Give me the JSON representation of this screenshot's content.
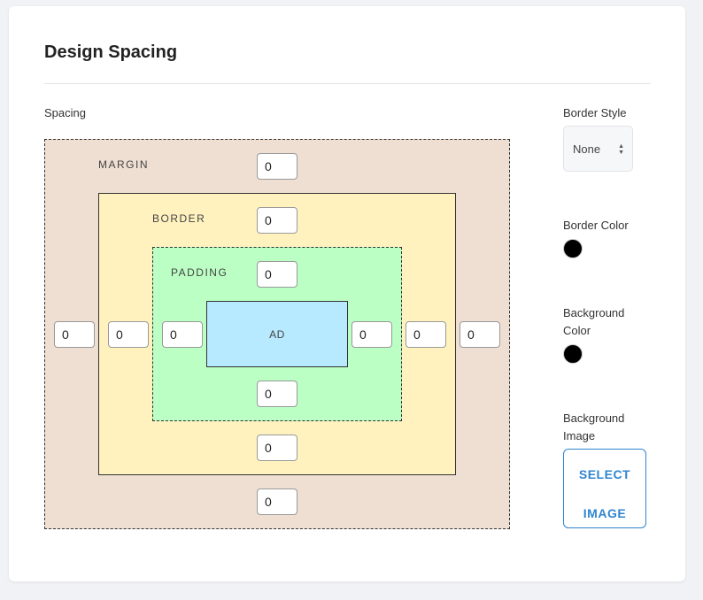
{
  "panel": {
    "title": "Design Spacing"
  },
  "spacing": {
    "label": "Spacing",
    "margin": {
      "label": "MARGIN",
      "top": "0",
      "right": "0",
      "bottom": "0",
      "left": "0"
    },
    "border": {
      "label": "BORDER",
      "top": "0",
      "right": "0",
      "bottom": "0",
      "left": "0"
    },
    "padding": {
      "label": "PADDING",
      "top": "0",
      "right": "0",
      "bottom": "0",
      "left": "0"
    },
    "content_label": "AD"
  },
  "border_style": {
    "label": "Border Style",
    "value": "None"
  },
  "border_color": {
    "label": "Border Color",
    "value": "#000000"
  },
  "background_color": {
    "label_line1": "Background",
    "label_line2": "Color",
    "value": "#000000"
  },
  "background_image": {
    "label_line1": "Background",
    "label_line2": "Image",
    "button_line1": "SELECT",
    "button_line2": "IMAGE"
  },
  "colors": {
    "margin": "#efdfd3",
    "border": "#fff2bf",
    "padding": "#bbffc4",
    "content": "#b8eaff",
    "accent": "#2f85d0"
  }
}
